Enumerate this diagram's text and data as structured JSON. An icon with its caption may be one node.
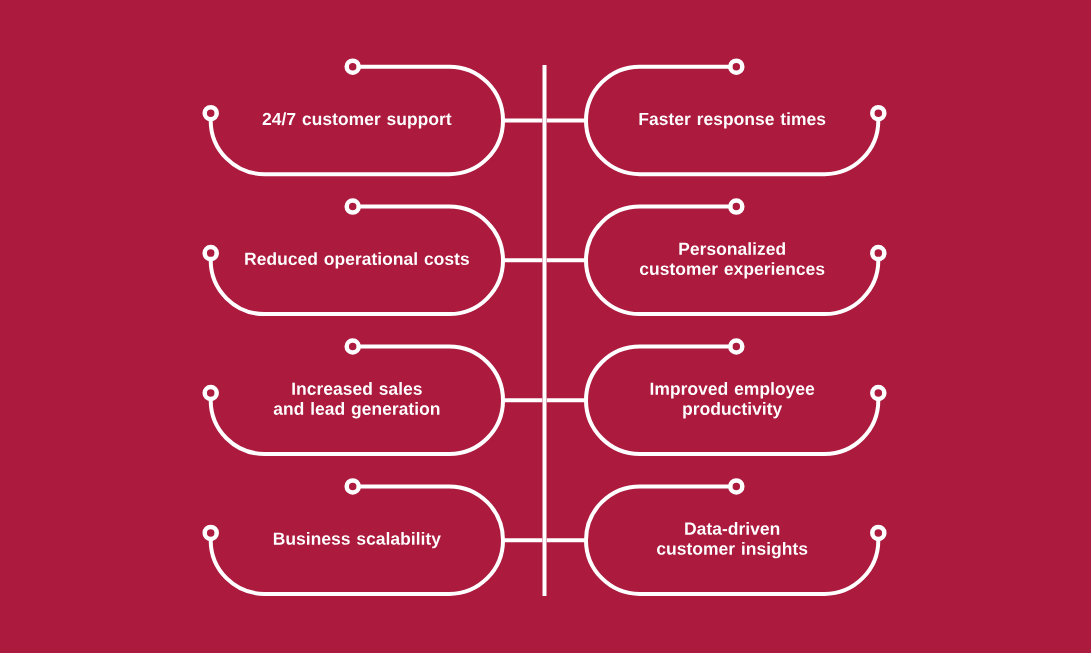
{
  "diagram": {
    "nodes": [
      {
        "text": [
          "24/7 customer support"
        ]
      },
      {
        "text": [
          "Faster response times"
        ]
      },
      {
        "text": [
          "Reduced operational costs"
        ]
      },
      {
        "text": [
          "Personalized customer experiences"
        ]
      },
      {
        "text": [
          "Increased sales and lead generation"
        ]
      },
      {
        "text": [
          "Improved employee productivity"
        ]
      },
      {
        "text": [
          "Business scalability"
        ]
      },
      {
        "text": [
          "Data-driven customer insights"
        ]
      },
      {
        "text": [],
        "shape": "bar"
      }
    ],
    "edges": [
      {
        "from": 0,
        "to": 8,
        "arrow": "none"
      },
      {
        "from": 1,
        "to": 8,
        "arrow": "none"
      },
      {
        "from": 2,
        "to": 8,
        "arrow": "none"
      },
      {
        "from": 3,
        "to": 8,
        "arrow": "none"
      },
      {
        "from": 4,
        "to": 8,
        "arrow": "none"
      },
      {
        "from": 5,
        "to": 8,
        "arrow": "none"
      },
      {
        "from": 6,
        "to": 8,
        "arrow": "none"
      },
      {
        "from": 7,
        "to": 8,
        "arrow": "none"
      }
    ]
  }
}
